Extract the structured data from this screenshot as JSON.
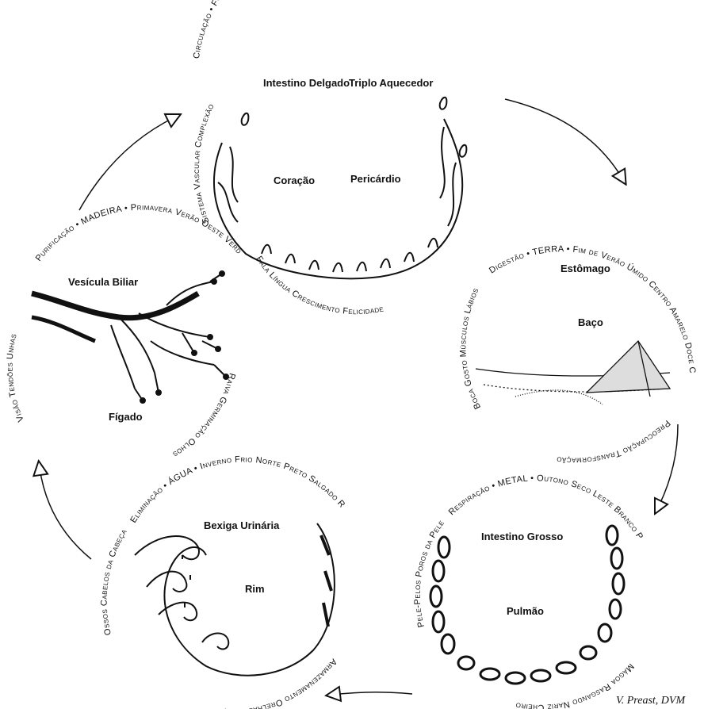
{
  "signature": "V. Preast, DVM",
  "elements": {
    "fire": {
      "ring": "Circulação • FOGO • Verão   Calor   Sul   Vermelho   Amargo   Riso",
      "ring_bottom": "Fala  Língua  Crescimento  Felicidade",
      "ring_left": "Sistema Vascular   Complexão",
      "organs": [
        "Intestino Delgado",
        "Triplo Aquecedor",
        "Coração",
        "Pericárdio"
      ],
      "icon": "flames-icon"
    },
    "earth": {
      "ring": "Digestão • TERRA • Fim de Verão  Úmido  Centro  Amarelo  Doce  Canto",
      "ring_bottom": "Preocupação  Transformação",
      "ring_left": "Boca  Gosto  Músculos  Lábios",
      "organs": [
        "Estômago",
        "Baço"
      ],
      "icon": "pyramid-icon"
    },
    "metal": {
      "ring": "Respiração • METAL • Outono  Seco  Leste  Branco  Pungente  Choramingo",
      "ring_bottom": "Mágoa  Rasgando  Nariz  Cheiro",
      "ring_left": "Pele-Pelos  Poros da Pele",
      "organs": [
        "Intestino Grosso",
        "Pulmão"
      ],
      "icon": "chain-icon"
    },
    "water": {
      "ring": "Eliminação • ÁGUA • Inverno  Frio  Norte  Preto  Salgado  Rosnado  Medo",
      "ring_bottom": "Armazenamento  Orelhas  Audição",
      "ring_left": "Ossos  Cabelos da Cabeça",
      "organs": [
        "Bexiga Urinária",
        "Rim"
      ],
      "icon": "wave-icon"
    },
    "wood": {
      "ring": "Purificação • MADEIRA • Primavera  Verão  Oeste  Verde  Azedo  Grito",
      "ring_bottom": "Raiva  Germinação  Olhos",
      "ring_left": "Visão  Tendões  Unhas",
      "organs": [
        "Vesícula Biliar",
        "Fígado"
      ],
      "icon": "tree-branch-icon"
    }
  }
}
